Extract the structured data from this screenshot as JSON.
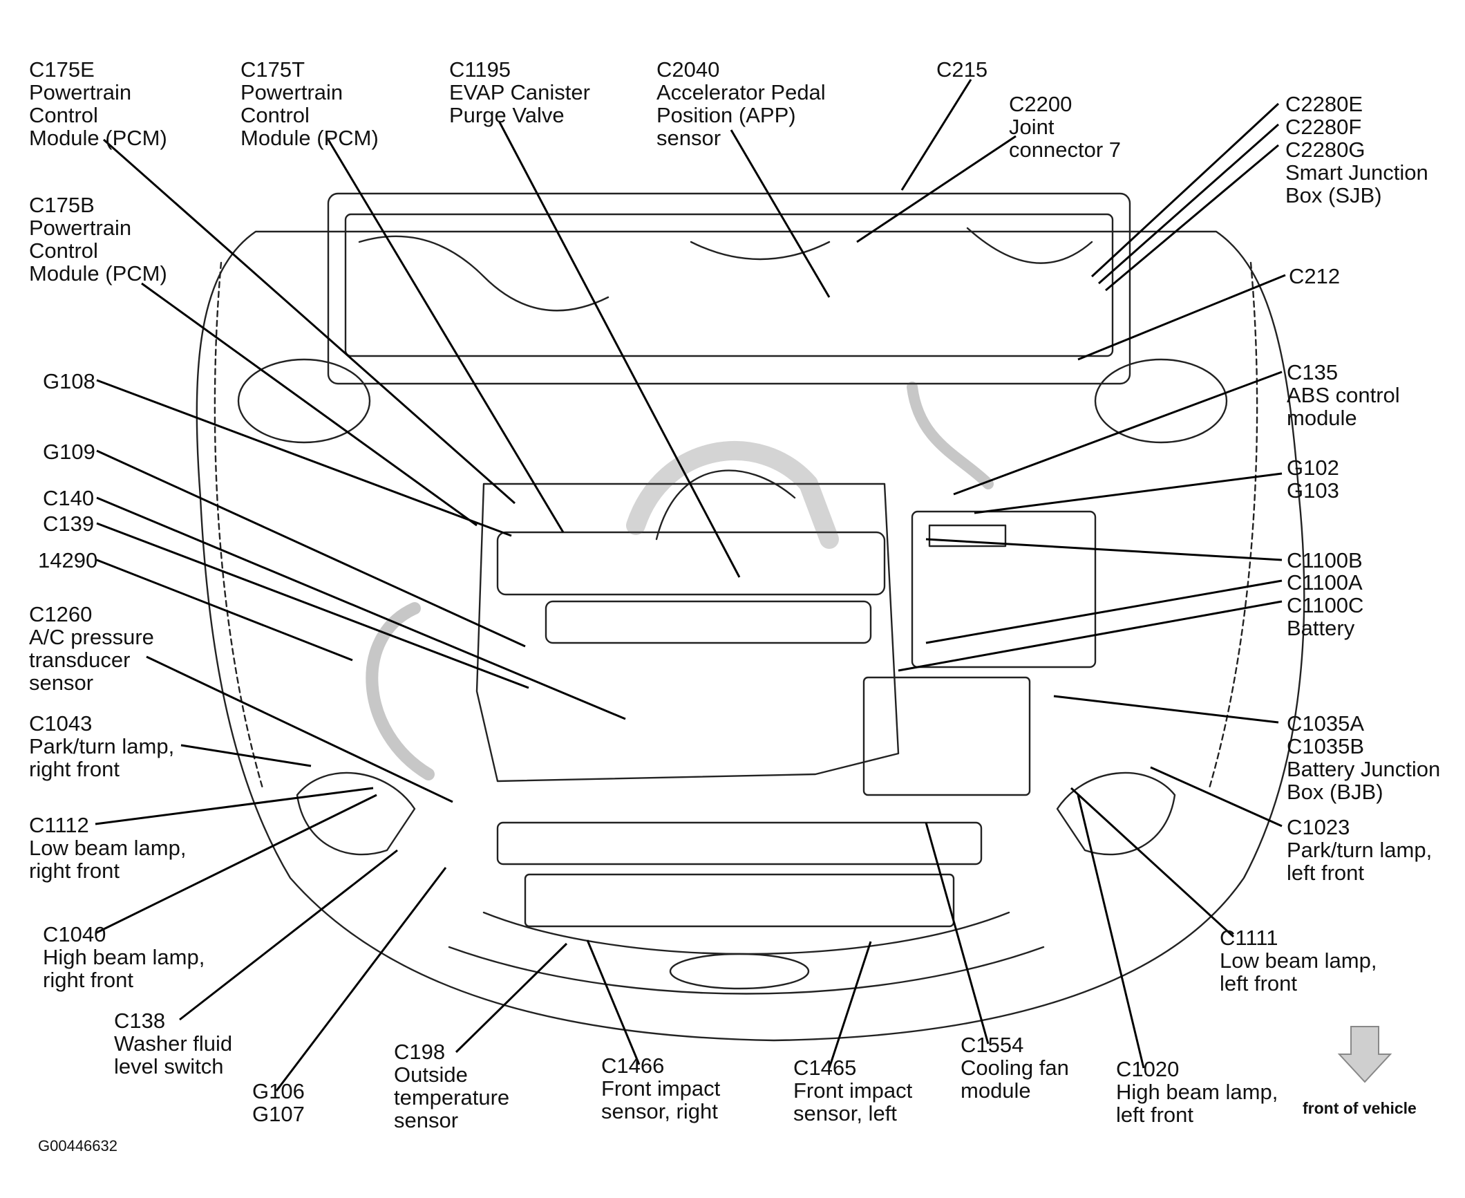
{
  "figure_id": "G00446632",
  "direction_label": "front of vehicle",
  "callouts": [
    {
      "id": "c175e",
      "lines": [
        "C175E",
        "Powertrain",
        "Control",
        "Module (PCM)"
      ]
    },
    {
      "id": "c175t",
      "lines": [
        "C175T",
        "Powertrain",
        "Control",
        "Module (PCM)"
      ]
    },
    {
      "id": "c1195",
      "lines": [
        "C1195",
        "EVAP Canister",
        "Purge Valve"
      ]
    },
    {
      "id": "c2040",
      "lines": [
        "C2040",
        "Accelerator Pedal",
        "Position (APP)",
        "sensor"
      ]
    },
    {
      "id": "c215",
      "lines": [
        "C215"
      ]
    },
    {
      "id": "c2200",
      "lines": [
        "C2200",
        "Joint",
        "connector 7"
      ]
    },
    {
      "id": "c2280",
      "lines": [
        "C2280E",
        "C2280F",
        "C2280G",
        "Smart Junction",
        "Box (SJB)"
      ]
    },
    {
      "id": "c175b",
      "lines": [
        "C175B",
        "Powertrain",
        "Control",
        "Module (PCM)"
      ]
    },
    {
      "id": "c212",
      "lines": [
        "C212"
      ]
    },
    {
      "id": "g108",
      "lines": [
        "G108"
      ]
    },
    {
      "id": "c135",
      "lines": [
        "C135",
        "ABS control",
        "module"
      ]
    },
    {
      "id": "g109",
      "lines": [
        "G109"
      ]
    },
    {
      "id": "g102",
      "lines": [
        "G102",
        "G103"
      ]
    },
    {
      "id": "c140",
      "lines": [
        "C140"
      ]
    },
    {
      "id": "c139",
      "lines": [
        "C139"
      ]
    },
    {
      "id": "c1100b",
      "lines": [
        "C1100B"
      ]
    },
    {
      "id": "n14290",
      "lines": [
        "14290"
      ]
    },
    {
      "id": "c1100a",
      "lines": [
        "C1100A",
        "C1100C",
        "Battery"
      ]
    },
    {
      "id": "c1260",
      "lines": [
        "C1260",
        "A/C pressure",
        "transducer",
        "sensor"
      ]
    },
    {
      "id": "c1035",
      "lines": [
        "C1035A",
        "C1035B",
        "Battery Junction",
        "Box (BJB)"
      ]
    },
    {
      "id": "c1043",
      "lines": [
        "C1043",
        "Park/turn lamp,",
        "right front"
      ]
    },
    {
      "id": "c1112",
      "lines": [
        "C1112",
        "Low beam lamp,",
        "right front"
      ]
    },
    {
      "id": "c1023",
      "lines": [
        "C1023",
        "Park/turn lamp,",
        "left front"
      ]
    },
    {
      "id": "c1040",
      "lines": [
        "C1040",
        "High beam lamp,",
        "right front"
      ]
    },
    {
      "id": "c1111",
      "lines": [
        "C1111",
        "Low beam lamp,",
        "left front"
      ]
    },
    {
      "id": "c138",
      "lines": [
        "C138",
        "Washer fluid",
        "level switch"
      ]
    },
    {
      "id": "c198",
      "lines": [
        "C198",
        "Outside",
        "temperature",
        "sensor"
      ]
    },
    {
      "id": "c1466",
      "lines": [
        "C1466",
        "Front impact",
        "sensor, right"
      ]
    },
    {
      "id": "c1465",
      "lines": [
        "C1465",
        "Front impact",
        "sensor, left"
      ]
    },
    {
      "id": "c1554",
      "lines": [
        "C1554",
        "Cooling fan",
        "module"
      ]
    },
    {
      "id": "c1020",
      "lines": [
        "C1020",
        "High beam lamp,",
        "left front"
      ]
    },
    {
      "id": "g106",
      "lines": [
        "G106",
        "G107"
      ]
    }
  ]
}
